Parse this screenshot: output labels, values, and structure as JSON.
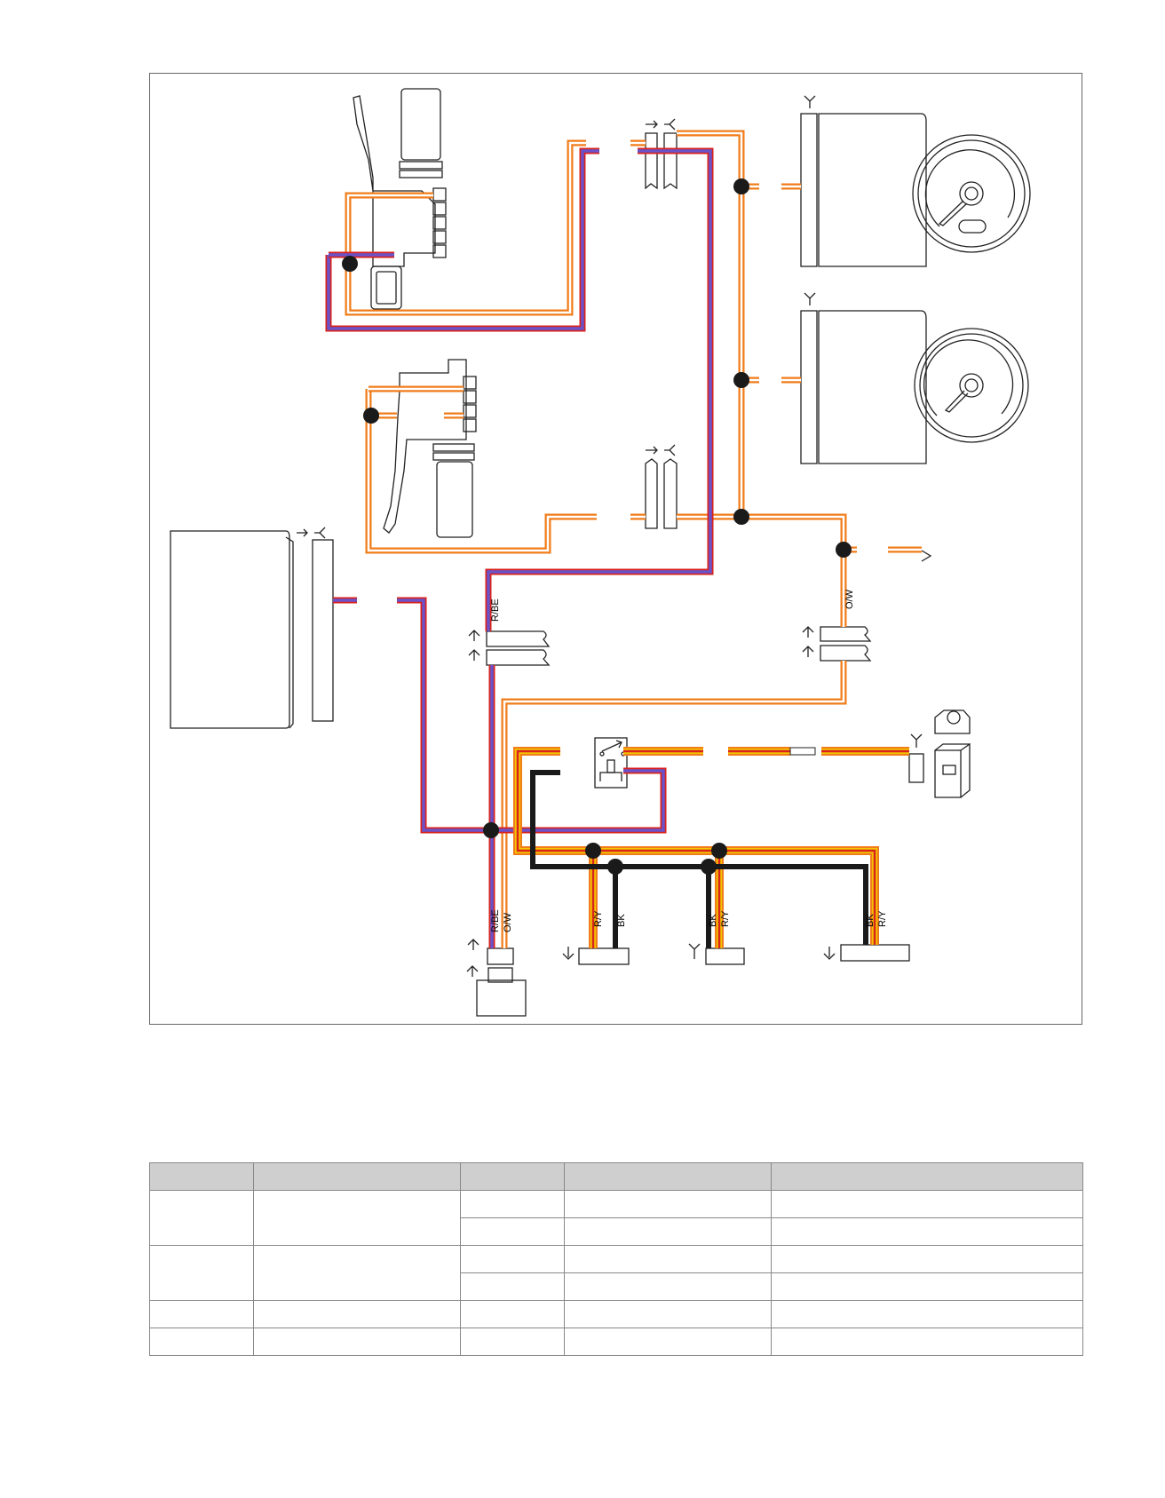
{
  "wire_labels": {
    "r_be": "R/BE",
    "o_w": "O/W",
    "r_y": "R/Y",
    "bk": "BK"
  },
  "colors": {
    "orange": "#f07c1a",
    "red": "#d9231d",
    "blue": "#6a52c9",
    "yellow": "#f3c400",
    "black": "#1a1a1a",
    "white": "#ffffff",
    "frame": "#666666",
    "table_header": "#cfcfcf"
  },
  "table": {
    "headers": [
      "",
      "",
      "",
      "",
      ""
    ],
    "rows": [
      [
        "",
        "",
        "",
        "",
        ""
      ],
      [
        "",
        "",
        "",
        "",
        ""
      ],
      [
        "",
        "",
        "",
        "",
        ""
      ],
      [
        "",
        "",
        "",
        "",
        ""
      ],
      [
        "",
        "",
        "",
        "",
        ""
      ],
      [
        "",
        "",
        "",
        "",
        ""
      ]
    ]
  }
}
